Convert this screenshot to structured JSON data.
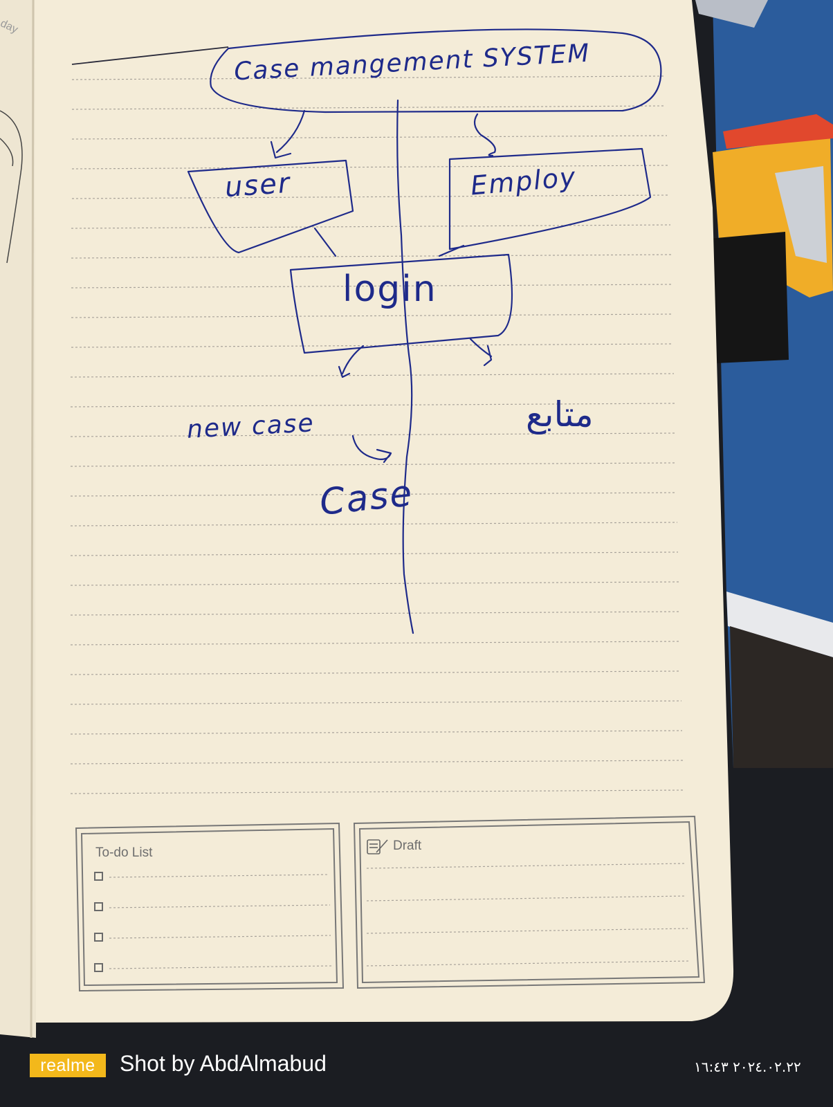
{
  "notebook": {
    "title": "Case mangement SYSTEM",
    "node_left": "user",
    "node_right": "Employ",
    "node_center": "login",
    "branch_left": "new case",
    "branch_left_result": "Case",
    "branch_right": "متابع",
    "margin_mark": "day"
  },
  "printed": {
    "todo_title": "To-do List",
    "draft_title": "Draft"
  },
  "icons": [
    "pencil-notepad-icon",
    "checkbox-icon"
  ],
  "watermark": {
    "brand": "realme",
    "shot_by": "Shot by AbdAlmabud",
    "datetime": "٢٠٢٤.٠٢.٢٢ ١٦:٤٣",
    "brand_color": "#f3b81b"
  },
  "colors": {
    "paper": "#f4ecd8",
    "ink": "#1e2a8a",
    "desk_blue": "#2b5c9c",
    "background": "#1b1d22"
  }
}
